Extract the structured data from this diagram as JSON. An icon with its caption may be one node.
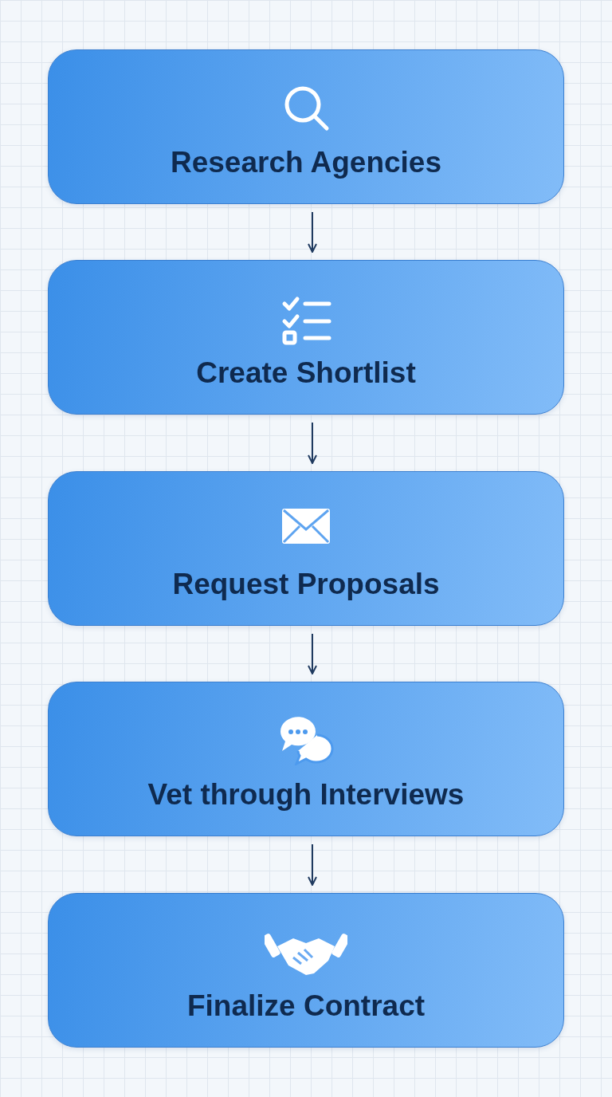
{
  "diagram": {
    "nodes": [
      {
        "text": [
          "Research Agencies"
        ]
      },
      {
        "text": [
          "Create Shortlist"
        ]
      },
      {
        "text": [
          "Request Proposals"
        ]
      },
      {
        "text": [
          "Vet through Interviews"
        ]
      },
      {
        "text": [
          "Finalize Contract"
        ]
      }
    ],
    "edges": [
      {
        "from": 0,
        "to": 1,
        "arrow": "to"
      },
      {
        "from": 1,
        "to": 2,
        "arrow": "to"
      },
      {
        "from": 2,
        "to": 3,
        "arrow": "to"
      },
      {
        "from": 3,
        "to": 4,
        "arrow": "to"
      }
    ]
  }
}
